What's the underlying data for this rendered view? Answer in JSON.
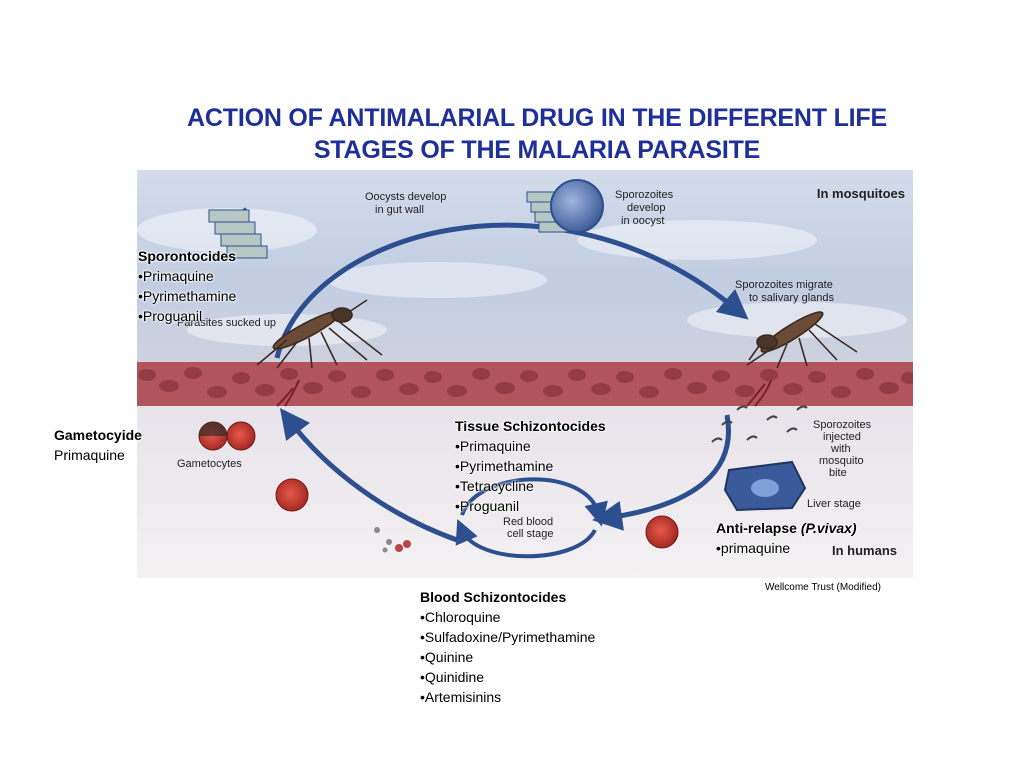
{
  "title": {
    "line1": "ACTION OF ANTIMALARIAL DRUG IN THE DIFFERENT LIFE",
    "line2": "STAGES OF THE MALARIA PARASITE"
  },
  "figure": {
    "in_mosquitoes": "In mosquitoes",
    "in_humans": "In humans",
    "oocysts_line1": "Oocysts develop",
    "oocysts_line2": "in gut wall",
    "sporozoites_develop_line1": "Sporozoites",
    "sporozoites_develop_line2": "develop",
    "sporozoites_develop_line3": "in oocyst",
    "sporozoites_migrate_line1": "Sporozoites migrate",
    "sporozoites_migrate_line2": "to salivary glands",
    "parasites_sucked_up": "Parasites sucked up",
    "gametocytes": "Gametocytes",
    "sporozoites_injected_line1": "Sporozoites",
    "sporozoites_injected_line2": "injected",
    "sporozoites_injected_line3": "with",
    "sporozoites_injected_line4": "mosquito",
    "sporozoites_injected_line5": "bite",
    "liver_stage": "Liver stage",
    "red_blood_line1": "Red blood",
    "red_blood_line2": "cell stage",
    "colors": {
      "sky": "#c9d4e6",
      "tissue": "#b2545c",
      "arrow": "#2d4f8f",
      "rbc": "#c0302a"
    }
  },
  "sporontocides": {
    "heading": "Sporontocides",
    "items": [
      "•Primaquine",
      "•Pyrimethamine",
      "•Proguanil"
    ]
  },
  "gametocyde": {
    "heading": "Gametocyide",
    "item": "Primaquine"
  },
  "tissue_schizontocides": {
    "heading": "Tissue Schizontocides",
    "items": [
      "•Primaquine",
      "•Pyrimethamine",
      "•Tetracycline",
      "•Proguanil"
    ]
  },
  "anti_relapse": {
    "heading": "Anti-relapse ",
    "heading_italic": "(P.vivax)",
    "item": "•primaquine"
  },
  "blood_schizontocides": {
    "heading": "Blood Schizontocides",
    "items": [
      "•Chloroquine",
      "•Sulfadoxine/Pyrimethamine",
      "•Quinine",
      "•Quinidine",
      "•Artemisinins"
    ]
  },
  "credit": "Wellcome Trust (Modified)"
}
